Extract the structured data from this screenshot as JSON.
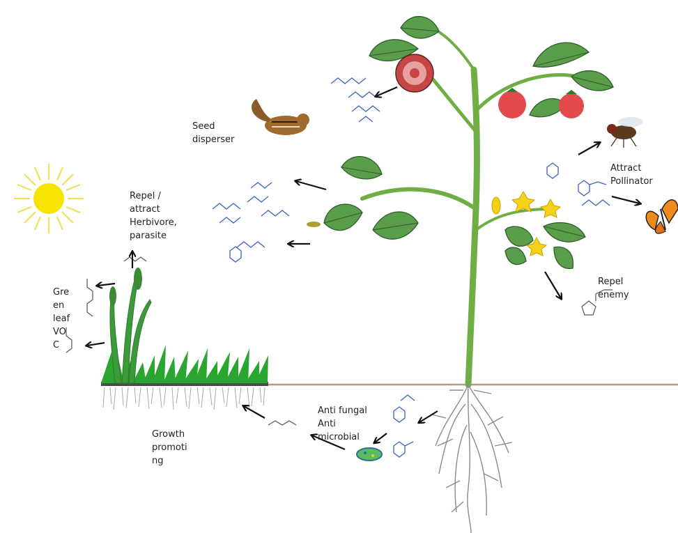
{
  "labels": {
    "seed_disperser": "Seed\ndisperser",
    "repel_attract": "Repel /\nattract\nHerbivore,\nparasite",
    "green_leaf_voc": "Gre\nen\nleaf\nVO\nC",
    "attract_pollinator": "Attract\nPollinator",
    "repel_enemy": "Repel\nenemy",
    "anti_fungal": "Anti fungal\nAnti\nmicrobial",
    "growth_promoting": "Growth\npromoti\nng"
  },
  "colors": {
    "stem": "#6fae45",
    "leaf": "#5a9d4a",
    "leaf_vein": "#2e5e2a",
    "tomato": "#e24a4e",
    "sun": "#f4e400",
    "sun_rays": "#f2df5a",
    "molecule": "#3b63c4",
    "molecule_dark": "#555555",
    "arrow": "#111111",
    "soil_line": "#b79a86",
    "root": "#8a8a8a",
    "grass": "#2aa52f",
    "butterfly": "#f08a1c"
  },
  "icons": [
    "sun-icon",
    "chipmunk-icon",
    "fly-icon",
    "butterfly-icon",
    "tomato-icon",
    "bacterium-icon",
    "caterpillar-icon"
  ]
}
